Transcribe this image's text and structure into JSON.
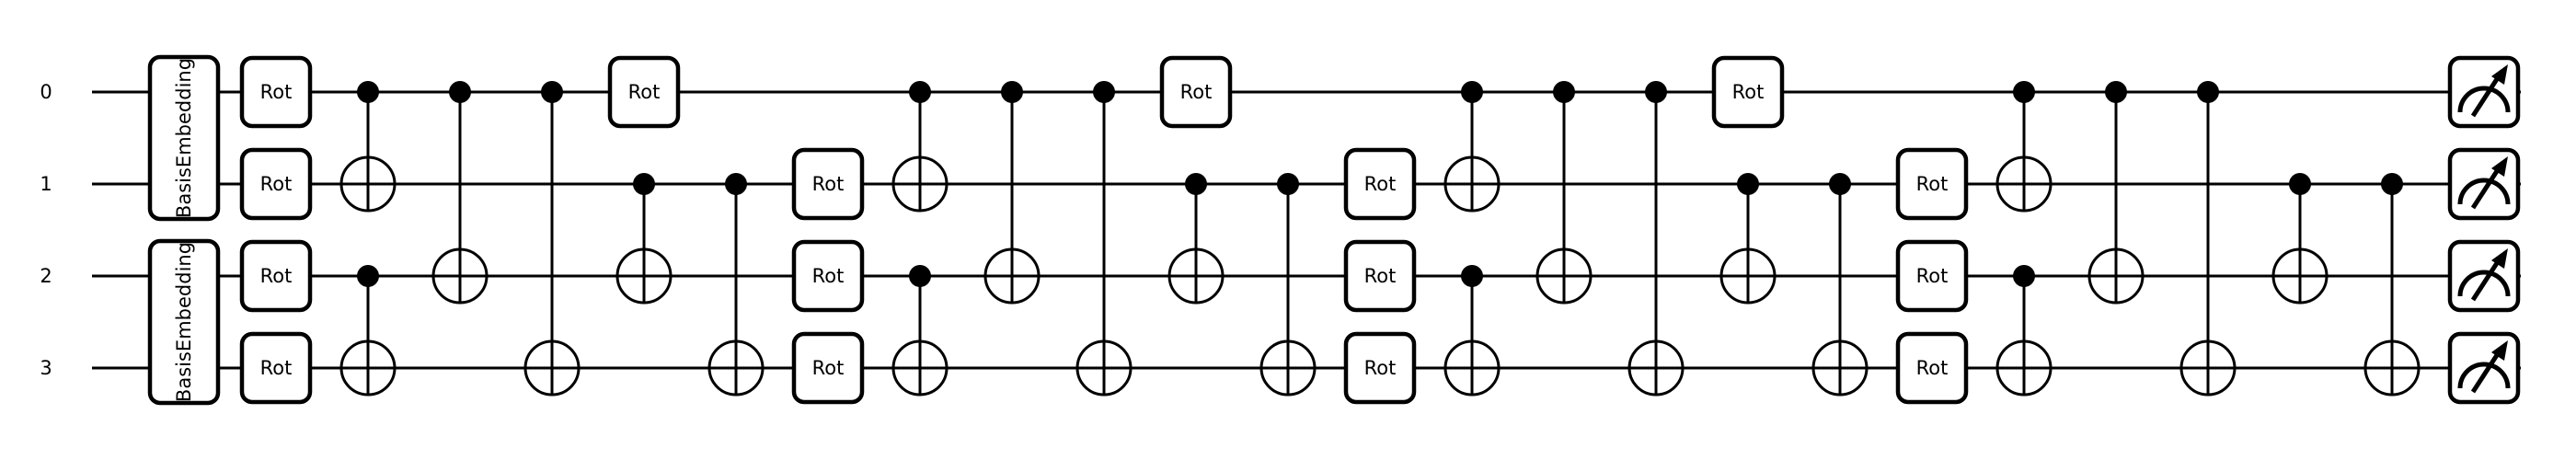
{
  "wires": [
    "0",
    "1",
    "2",
    "3"
  ],
  "embeddings": [
    {
      "label": "BasisEmbedding",
      "wires": [
        0,
        1
      ]
    },
    {
      "label": "BasisEmbedding",
      "wires": [
        2,
        3
      ]
    }
  ],
  "rot_label": "Rot",
  "gates": [
    {
      "type": "rot",
      "wire": 0,
      "col": 0
    },
    {
      "type": "rot",
      "wire": 1,
      "col": 0
    },
    {
      "type": "rot",
      "wire": 2,
      "col": 0
    },
    {
      "type": "rot",
      "wire": 3,
      "col": 0
    },
    {
      "type": "cnot",
      "control": 0,
      "target": 1,
      "col": 1
    },
    {
      "type": "cnot",
      "control": 2,
      "target": 3,
      "col": 1
    },
    {
      "type": "cnot",
      "control": 0,
      "target": 2,
      "col": 2
    },
    {
      "type": "cnot",
      "control": 0,
      "target": 3,
      "col": 3
    },
    {
      "type": "rot",
      "wire": 0,
      "col": 4
    },
    {
      "type": "cnot",
      "control": 1,
      "target": 2,
      "col": 4
    },
    {
      "type": "cnot",
      "control": 1,
      "target": 3,
      "col": 5
    },
    {
      "type": "rot",
      "wire": 1,
      "col": 6
    },
    {
      "type": "rot",
      "wire": 2,
      "col": 6
    },
    {
      "type": "rot",
      "wire": 3,
      "col": 6
    },
    {
      "type": "cnot",
      "control": 0,
      "target": 1,
      "col": 7
    },
    {
      "type": "cnot",
      "control": 2,
      "target": 3,
      "col": 7
    },
    {
      "type": "cnot",
      "control": 0,
      "target": 2,
      "col": 8
    },
    {
      "type": "cnot",
      "control": 0,
      "target": 3,
      "col": 9
    },
    {
      "type": "rot",
      "wire": 0,
      "col": 10
    },
    {
      "type": "cnot",
      "control": 1,
      "target": 2,
      "col": 10
    },
    {
      "type": "cnot",
      "control": 1,
      "target": 3,
      "col": 11
    },
    {
      "type": "rot",
      "wire": 1,
      "col": 12
    },
    {
      "type": "rot",
      "wire": 2,
      "col": 12
    },
    {
      "type": "rot",
      "wire": 3,
      "col": 12
    },
    {
      "type": "cnot",
      "control": 0,
      "target": 1,
      "col": 13
    },
    {
      "type": "cnot",
      "control": 2,
      "target": 3,
      "col": 13
    },
    {
      "type": "cnot",
      "control": 0,
      "target": 2,
      "col": 14
    },
    {
      "type": "cnot",
      "control": 0,
      "target": 3,
      "col": 15
    },
    {
      "type": "rot",
      "wire": 0,
      "col": 16
    },
    {
      "type": "cnot",
      "control": 1,
      "target": 2,
      "col": 16
    },
    {
      "type": "cnot",
      "control": 1,
      "target": 3,
      "col": 17
    },
    {
      "type": "rot",
      "wire": 1,
      "col": 18
    },
    {
      "type": "rot",
      "wire": 2,
      "col": 18
    },
    {
      "type": "rot",
      "wire": 3,
      "col": 18
    },
    {
      "type": "cnot",
      "control": 0,
      "target": 1,
      "col": 19
    },
    {
      "type": "cnot",
      "control": 2,
      "target": 3,
      "col": 19
    },
    {
      "type": "cnot",
      "control": 0,
      "target": 2,
      "col": 20
    },
    {
      "type": "cnot",
      "control": 0,
      "target": 3,
      "col": 21
    },
    {
      "type": "cnot",
      "control": 1,
      "target": 2,
      "col": 22
    },
    {
      "type": "cnot",
      "control": 1,
      "target": 3,
      "col": 23
    }
  ],
  "measurements": [
    0,
    1,
    2,
    3
  ],
  "icons": {
    "measure": "measurement-meter-icon"
  }
}
